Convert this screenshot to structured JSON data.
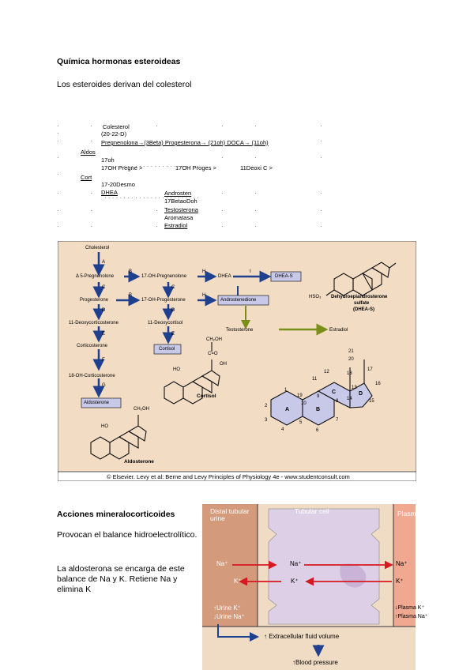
{
  "section1": {
    "title": "Química hormonas esteroideas",
    "intro": "Los esteroides derivan del colesterol"
  },
  "notes": {
    "colesterol": "Colesterol",
    "c2722": "(20-22-D)",
    "chain": "Pregnenolona→(3Beta) Progesterona→ (21oh) DOCA→ (11oh)",
    "aldos": "Aldos",
    "r17oh": "17oh",
    "r17ohpregne": "17OH Pregne >",
    "r17ohproges": "17OH Proges >",
    "r11deoxi": "11Deoxi C >",
    "cort": "Cort",
    "r1720": "17-20Desmo",
    "dhea": "DHEA",
    "androsten": "Androsten",
    "betaoh": "17BetaoDoh",
    "testosterona": "Testosterona",
    "aromatasa": "Aromatasa",
    "estradiol": "Estradiol"
  },
  "fig1": {
    "colesterol": "Cholesterol",
    "A": "A",
    "B": "B",
    "C": "C",
    "D": "D",
    "E": "E",
    "F": "F",
    "G": "G",
    "H": "H",
    "I": "I",
    "pregnenolone": "Δ 5-Pregnenolone",
    "ohpreg": "17-OH-Pregnenolone",
    "dhea": "DHEA",
    "dheas": "DHEA-S",
    "progesterone": "Progesterone",
    "ohprog": "17-OH-Progesterone",
    "androstenedione": "Androstenedione",
    "deoxycort": "11-Deoxycorticosterone",
    "deoxycortisol": "11-Deoxycortisol",
    "testosterone": "Testosterone",
    "estradiol": "Estradiol",
    "corticosterone": "Corticosterone",
    "cortisol_box": "Cortisol",
    "ch2oh": "CH₂OH",
    "co": "C=O",
    "ho": "HO",
    "oh": "OH",
    "ohcort": "18-OH-Corticosterone",
    "aldosterone_box": "Aldosterone",
    "cortisol_label": "Cortisol",
    "aldosterone_label": "Aldosterone",
    "hso3": "HSO₃",
    "dheas_name1": "Dehydroepiandrosterone",
    "dheas_name2": "sulfate",
    "dheas_name3": "(DHEA-S)",
    "ring_a": "A",
    "ring_b": "B",
    "ring_c": "C",
    "ring_d": "D",
    "n21": "21",
    "n20": "20",
    "n18": "18",
    "n17": "17",
    "n12": "12",
    "n11": "11",
    "n13": "13",
    "n16": "16",
    "n1": "1",
    "n19": "19",
    "n9": "9",
    "n14": "14",
    "n15": "15",
    "n2": "2",
    "n10": "10",
    "n8": "8",
    "n3": "3",
    "n4": "4",
    "n5": "5",
    "n7": "7",
    "n6": "6",
    "caption": "© Elsevier. Levy et al: Berne and Levy Principles of Physiology 4e - www.studentconsult.com"
  },
  "section2": {
    "title": "Acciones mineralocorticoides",
    "p1": "Provocan el balance hidroelectrolítico.",
    "p2": "La aldosterona se encarga de este balance de Na y K. Retiene Na y elimina K"
  },
  "fig2": {
    "distal": "Distal tubular urine",
    "tubular": "Tubular cell",
    "plasma": "Plasma",
    "na1": "Na⁺",
    "na2": "Na⁺",
    "na3": "Na⁺",
    "k1": "K⁺",
    "k2": "K⁺",
    "k3": "K⁺",
    "urinek": "↑Urine K⁺",
    "urinena": "↓Urine Na⁺",
    "plasmak": "↓Plasma K⁺",
    "plasmana": "↑Plasma Na⁺",
    "ecfv": "↑ Extracellular fluid volume",
    "bp": "↑Blood pressure"
  },
  "colors": {
    "fig1_bg": "#f2dcc4",
    "arrow_blue": "#1f3f8f",
    "arrow_green": "#7a8f1a",
    "box_fill": "#c8c8e8",
    "fig2_left": "#d49a7c",
    "fig2_right": "#f0a890",
    "fig2_cell": "#ddd0e6",
    "fig2_bottom": "#f0dcc4",
    "arrow_red": "#d81820"
  }
}
